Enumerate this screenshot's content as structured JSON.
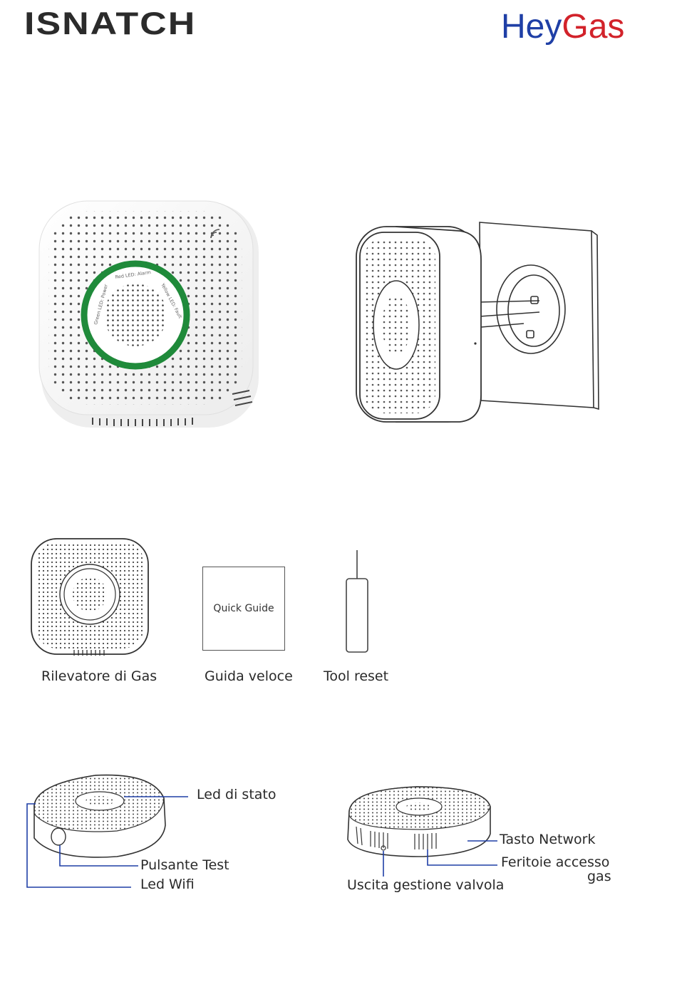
{
  "header": {
    "brand_logo": "ISNATCH",
    "product_logo_hey": "Hey",
    "product_logo_gas": "Gas"
  },
  "device_ring_labels": {
    "green": "Green LED: Power",
    "red": "Red LED: Alarm",
    "yellow": "Yellow LED: Fault"
  },
  "box_contents": {
    "items": [
      {
        "label": "Rilevatore di Gas"
      },
      {
        "label": "Guida veloce"
      },
      {
        "label": "Tool reset"
      }
    ],
    "quick_guide_cover": "Quick Guide"
  },
  "diagram_left": {
    "led_status": "Led di stato",
    "test_button": "Pulsante Test",
    "wifi_led": "Led Wifi"
  },
  "diagram_right": {
    "network_button": "Tasto Network",
    "gas_vents_line1": "Feritoie accesso",
    "gas_vents_line2": "gas",
    "valve_output": "Uscita gestione valvola"
  },
  "colors": {
    "logo_dark": "#2b2b2b",
    "logo_blue": "#1f3fa6",
    "logo_red": "#d2222a",
    "ring_green": "#1f8a3a",
    "callout_line": "#1f3fa6"
  }
}
